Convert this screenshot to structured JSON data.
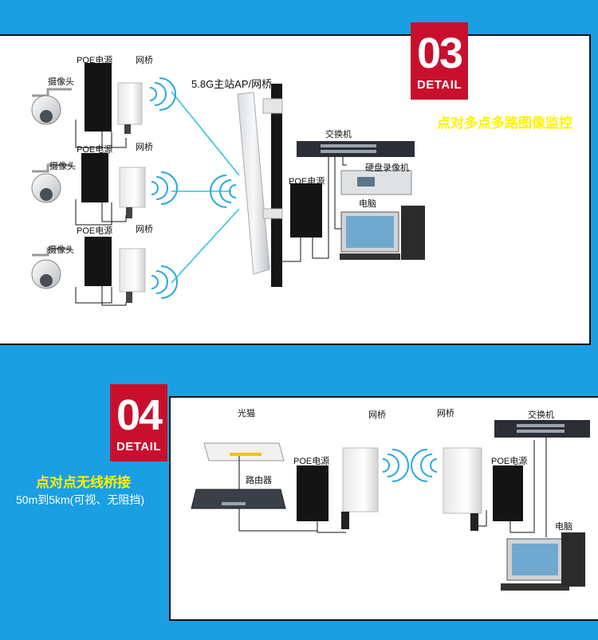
{
  "top": {
    "badge_number": "03",
    "badge_text": "DETAIL",
    "title": "点对多点多路图像监控",
    "subtitle": "50m到5km(可视、无阻挡)",
    "labels": {
      "poe_power": "POE电源",
      "bridge": "网桥",
      "camera": "摄像头",
      "ap": "5.8G主站AP/网桥",
      "switch": "交换机",
      "nvr": "硬盘录像机",
      "computer": "电脑"
    }
  },
  "bottom": {
    "badge_number": "04",
    "badge_text": "DETAIL",
    "title": "点对点无线桥接",
    "subtitle": "50m到5km(可视、无阻挡)",
    "labels": {
      "modem": "光猫",
      "router": "路由器",
      "poe_power": "POE电源",
      "bridge": "网桥",
      "switch": "交换机",
      "computer": "电脑"
    }
  },
  "colors": {
    "background": "#1a9fe3",
    "badge": "#c8102e",
    "headline": "#fff200",
    "link": "#35c2e0",
    "wifi": "#29a8e0"
  }
}
